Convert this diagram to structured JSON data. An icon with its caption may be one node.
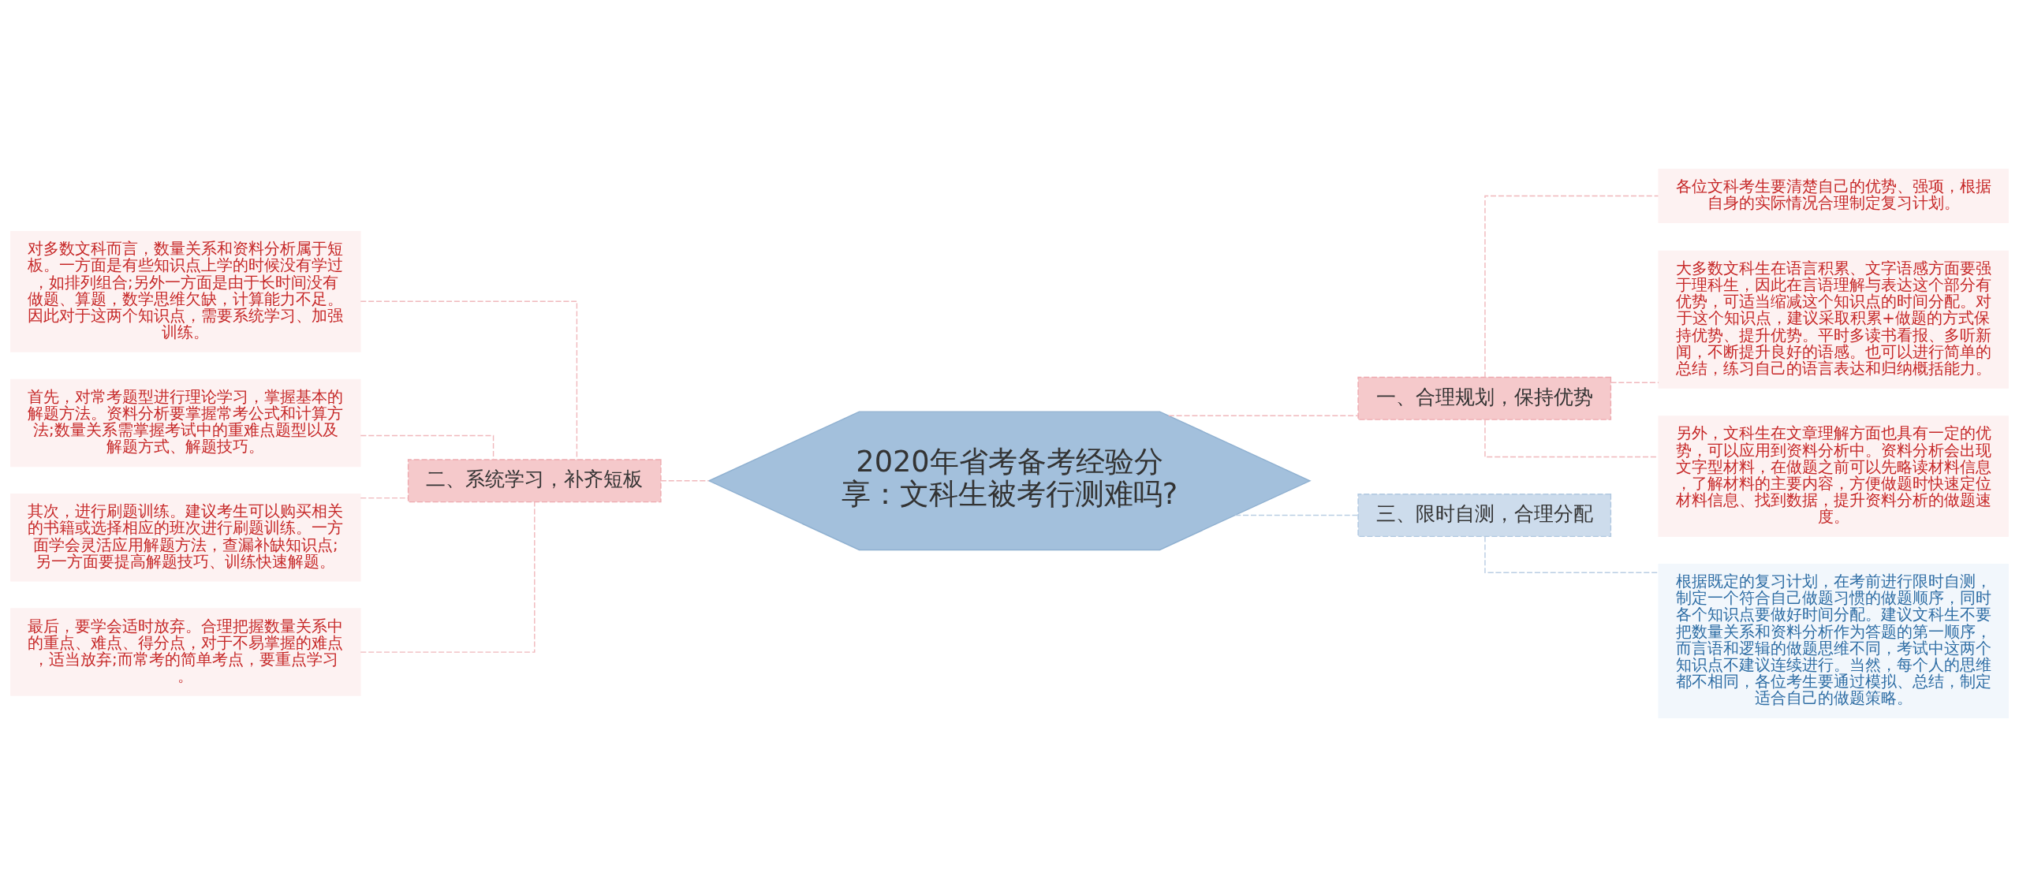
{
  "diagram": {
    "nodes": [
      {
        "text": [
          "2020年省考备考经验分享：文科生被考行测难吗?"
        ]
      },
      {
        "text": [
          "一、合理规划，保持优势"
        ]
      },
      {
        "text": [
          "各位文科考生要清楚自己的优势、强项，根据自身的实际情况合理制定复习计划。"
        ]
      },
      {
        "text": [
          "大多数文科生在语言积累、文字语感方面要强于理科生，因此在言语理解与表达这个部分有优势，可适当缩减这个知识点的时间分配。对于这个知识点，建议采取积累+做题的方式保持优势、提升优势。平时多读书看报、多听新闻，不断提升良好的语感。也可以进行简单的总结，练习自己的语言表达和归纳概括能力。"
        ]
      },
      {
        "text": [
          "另外，文科生在文章理解方面也具有一定的优势，可以应用到资料分析中。资料分析会出现文字型材料，在做题之前可以先略读材料信息，了解材料的主要内容，方便做题时快速定位材料信息、找到数据，提升资料分析的做题速度。"
        ]
      },
      {
        "text": [
          "二、系统学习，补齐短板"
        ]
      },
      {
        "text": [
          "对多数文科而言，数量关系和资料分析属于短板。一方面是有些知识点上学的时候没有学过，如排列组合;另外一方面是由于长时间没有做题、算题，数学思维欠缺，计算能力不足。因此对于这两个知识点，需要系统学习、加强训练。"
        ]
      },
      {
        "text": [
          "首先，对常考题型进行理论学习，掌握基本的解题方法。资料分析要掌握常考公式和计算方法;数量关系需掌握考试中的重难点题型以及解题方式、解题技巧。"
        ]
      },
      {
        "text": [
          "其次，进行刷题训练。建议考生可以购买相关的书籍或选择相应的班次进行刷题训练。一方面学会灵活应用解题方法，查漏补缺知识点;另一方面要提高解题技巧、训练快速解题。"
        ]
      },
      {
        "text": [
          "最后，要学会适时放弃。合理把握数量关系中的重点、难点、得分点，对于不易掌握的难点，适当放弃;而常考的简单考点，要重点学习。"
        ]
      },
      {
        "text": [
          "三、限时自测，合理分配"
        ]
      },
      {
        "text": [
          "根据既定的复习计划，在考前进行限时自测，制定一个符合自己做题习惯的做题顺序，同时各个知识点要做好时间分配。建议文科生不要把数量关系和资料分析作为答题的第一顺序，而言语和逻辑的做题思维不同，考试中这两个知识点不建议连续进行。当然，每个人的思维都不相同，各位考生要通过模拟、总结，制定适合自己的做题策略。"
        ]
      }
    ],
    "edges": [
      {
        "from": 0,
        "to": 1,
        "arrow": "none",
        "style": "dashed"
      },
      {
        "from": 1,
        "to": 2,
        "arrow": "none",
        "style": "dashed"
      },
      {
        "from": 1,
        "to": 3,
        "arrow": "none",
        "style": "dashed"
      },
      {
        "from": 1,
        "to": 4,
        "arrow": "none",
        "style": "dashed"
      },
      {
        "from": 0,
        "to": 5,
        "arrow": "none",
        "style": "dashed"
      },
      {
        "from": 5,
        "to": 6,
        "arrow": "none",
        "style": "dashed"
      },
      {
        "from": 5,
        "to": 7,
        "arrow": "none",
        "style": "dashed"
      },
      {
        "from": 5,
        "to": 8,
        "arrow": "none",
        "style": "dashed"
      },
      {
        "from": 5,
        "to": 9,
        "arrow": "none",
        "style": "dashed"
      },
      {
        "from": 0,
        "to": 10,
        "arrow": "none",
        "style": "dashed",
        "color": "#b9cde3"
      },
      {
        "from": 10,
        "to": 11,
        "arrow": "none",
        "style": "dashed",
        "color": "#b9cde3"
      }
    ]
  }
}
